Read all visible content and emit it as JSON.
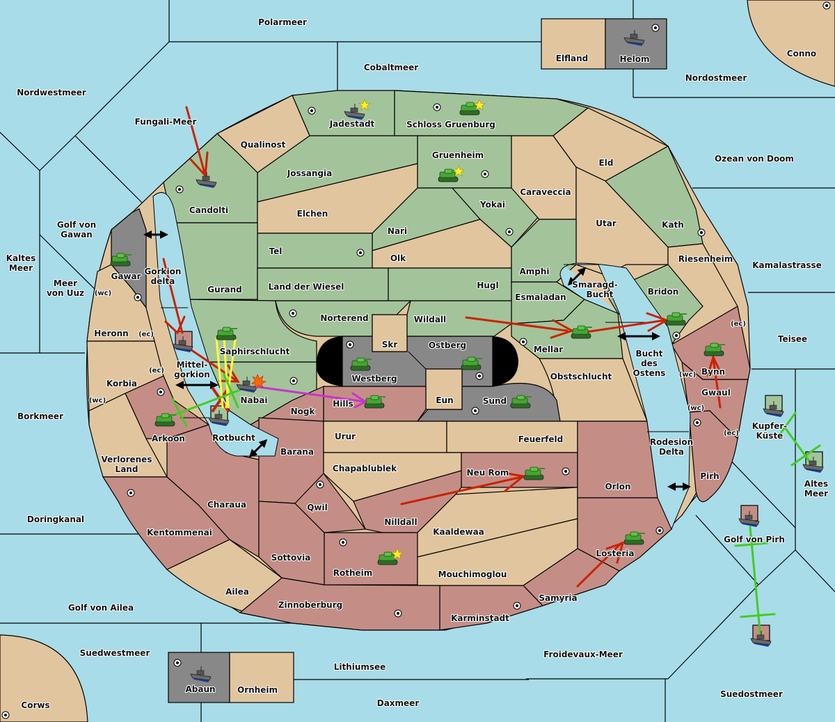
{
  "map": {
    "title": "Diplomacy-style territory map",
    "colors": {
      "sea": "#a8dce8",
      "green_power": "#a3c49b",
      "neutral": "#e1c59e",
      "red_power": "#c48e86",
      "gray_power": "#888888",
      "move_order": "#cc2200",
      "support_order": "#ffff33",
      "convoy_order": "#cc33cc",
      "cancelled_order": "#44cc22"
    },
    "seas": [
      {
        "name": "Polarmeer"
      },
      {
        "name": "Cobaltmeer"
      },
      {
        "name": "Nordostmeer"
      },
      {
        "name": "Nordwestmeer"
      },
      {
        "name": "Fungali-Meer"
      },
      {
        "name": "Ozean von Doom"
      },
      {
        "name": "Golf von Gawan"
      },
      {
        "name": "Kaltes Meer"
      },
      {
        "name": "Meer von Uuz"
      },
      {
        "name": "Kamalastrasse"
      },
      {
        "name": "Teisee"
      },
      {
        "name": "Borkmeer"
      },
      {
        "name": "Doringkanal"
      },
      {
        "name": "Golf von Ailea"
      },
      {
        "name": "Suedwestmeer"
      },
      {
        "name": "Lithiumsee"
      },
      {
        "name": "Daxmeer"
      },
      {
        "name": "Froidevaux-Meer"
      },
      {
        "name": "Suedostmeer"
      },
      {
        "name": "Golf von Pirh"
      },
      {
        "name": "Altes Meer"
      },
      {
        "name": "Kupfer-Küste"
      },
      {
        "name": "Gorkion delta"
      },
      {
        "name": "Mittel-gorkion"
      },
      {
        "name": "Rotbucht"
      },
      {
        "name": "Smaragd-Bucht"
      },
      {
        "name": "Bucht des Ostens"
      },
      {
        "name": "Rodesion Delta"
      }
    ],
    "labels": {
      "polarmeer": "Polarmeer",
      "cobaltmeer": "Cobaltmeer",
      "nordostmeer": "Nordostmeer",
      "nordwestmeer": "Nordwestmeer",
      "fungali": "Fungali-Meer",
      "ozean": "Ozean von Doom",
      "golf_gawan_1": "Golf von",
      "golf_gawan_2": "Gawan",
      "kaltes_1": "Kaltes",
      "kaltes_2": "Meer",
      "uuz_1": "Meer",
      "uuz_2": "von Uuz",
      "kamala": "Kamalastrasse",
      "teisee": "Teisee",
      "borkmeer": "Borkmeer",
      "doring": "Doringkanal",
      "golf_ailea": "Golf von Ailea",
      "suedwest": "Suedwestmeer",
      "lithium": "Lithiumsee",
      "dax": "Daxmeer",
      "froidevaux": "Froidevaux-Meer",
      "suedost": "Suedostmeer",
      "golf_pirh": "Golf von Pirh",
      "altes_1": "Altes",
      "altes_2": "Meer",
      "kupfer_1": "Kupfer-",
      "kupfer_2": "Küste",
      "gorkion_1": "Gorkion",
      "gorkion_2": "delta",
      "mittel_1": "Mittel-",
      "mittel_2": "gorkion",
      "rotbucht": "Rotbucht",
      "smaragd_1": "Smaragd-",
      "smaragd_2": "Bucht",
      "bucht_1": "Bucht",
      "bucht_2": "des",
      "bucht_3": "Ostens",
      "rodesion_1": "Rodesion",
      "rodesion_2": "Delta",
      "elfland": "Elfland",
      "helom": "Helom",
      "conno": "Conno",
      "corws": "Corws",
      "abaun": "Abaun",
      "ornheim": "Ornheim",
      "jadestadt": "Jadestadt",
      "schloss": "Schloss Gruenburg",
      "qualinost": "Qualinost",
      "jossangia": "Jossangia",
      "gruenheim": "Gruenheim",
      "eld": "Eld",
      "candolti": "Candolti",
      "elchen": "Elchen",
      "caraveccia": "Caraveccia",
      "yokai": "Yokai",
      "nari": "Nari",
      "utar": "Utar",
      "kath": "Kath",
      "tel": "Tel",
      "olk": "Olk",
      "gawar": "Gawar",
      "riesenheim": "Riesenheim",
      "amphi": "Amphi",
      "gurand": "Gurand",
      "land_wiesel": "Land der Wiesel",
      "hugl": "Hugl",
      "esmaladan": "Esmaladan",
      "bridon": "Bridon",
      "norterend": "Norterend",
      "wildall": "Wildall",
      "skr": "Skr",
      "ostberg": "Ostberg",
      "westberg": "Westberg",
      "mellar": "Mellar",
      "heronn": "Heronn",
      "saphir": "Saphirschlucht",
      "korbia": "Korbia",
      "nabai": "Nabai",
      "obst": "Obstschlucht",
      "eun": "Eun",
      "sund": "Sund",
      "hills": "Hills",
      "nogk": "Nogk",
      "bynn": "Bynn",
      "gwaul": "Gwaul",
      "arkoon": "Arkoon",
      "urur": "Urur",
      "feuerfeld": "Feuerfeld",
      "barana": "Barana",
      "verlorenes_1": "Verlorenes",
      "verlorenes_2": "Land",
      "chapa": "Chapablublek",
      "neurom": "Neu Rom",
      "pirh": "Pirh",
      "orlon": "Orlon",
      "qwil": "Qwil",
      "charaua": "Charaua",
      "nilldall": "Nilldall",
      "kentommenai": "Kentommenai",
      "kaaldewaa": "Kaaldewaa",
      "sottovia": "Sottovia",
      "losteria": "Losteria",
      "rotheim": "Rotheim",
      "mouchi": "Mouchimoglou",
      "ailea": "Ailea",
      "samyria": "Samyria",
      "zinnoberburg": "Zinnoberburg",
      "karminstadt": "Karminstadt",
      "wc": "(wc)",
      "ec": "(ec)"
    },
    "units": [
      {
        "type": "fleet",
        "location": "Helom"
      },
      {
        "type": "fleet",
        "location": "Jadestadt",
        "star": true
      },
      {
        "type": "army",
        "location": "Schloss Gruenburg",
        "star": true
      },
      {
        "type": "army",
        "location": "Gruenheim",
        "star": true
      },
      {
        "type": "fleet",
        "location": "Candolti"
      },
      {
        "type": "army",
        "location": "Gawar"
      },
      {
        "type": "fleet",
        "location": "Mittel-gorkion"
      },
      {
        "type": "army",
        "location": "Saphirschlucht"
      },
      {
        "type": "fleet",
        "location": "Nabai",
        "dislodged": true
      },
      {
        "type": "fleet",
        "location": "Rotbucht"
      },
      {
        "type": "army",
        "location": "Arkoon"
      },
      {
        "type": "army",
        "location": "Westberg"
      },
      {
        "type": "army",
        "location": "Ostberg"
      },
      {
        "type": "army",
        "location": "Hills"
      },
      {
        "type": "army",
        "location": "Sund"
      },
      {
        "type": "army",
        "location": "Mellar"
      },
      {
        "type": "army",
        "location": "Bridon"
      },
      {
        "type": "army",
        "location": "Bynn"
      },
      {
        "type": "army",
        "location": "Neu Rom"
      },
      {
        "type": "army",
        "location": "Rotheim",
        "star": true
      },
      {
        "type": "army",
        "location": "Losteria"
      },
      {
        "type": "fleet",
        "location": "Kupfer-Küste"
      },
      {
        "type": "fleet",
        "location": "Altes Meer"
      },
      {
        "type": "fleet",
        "location": "Golf von Pirh"
      },
      {
        "type": "fleet",
        "location": "Suedostmeer"
      },
      {
        "type": "fleet",
        "location": "Abaun"
      }
    ]
  }
}
